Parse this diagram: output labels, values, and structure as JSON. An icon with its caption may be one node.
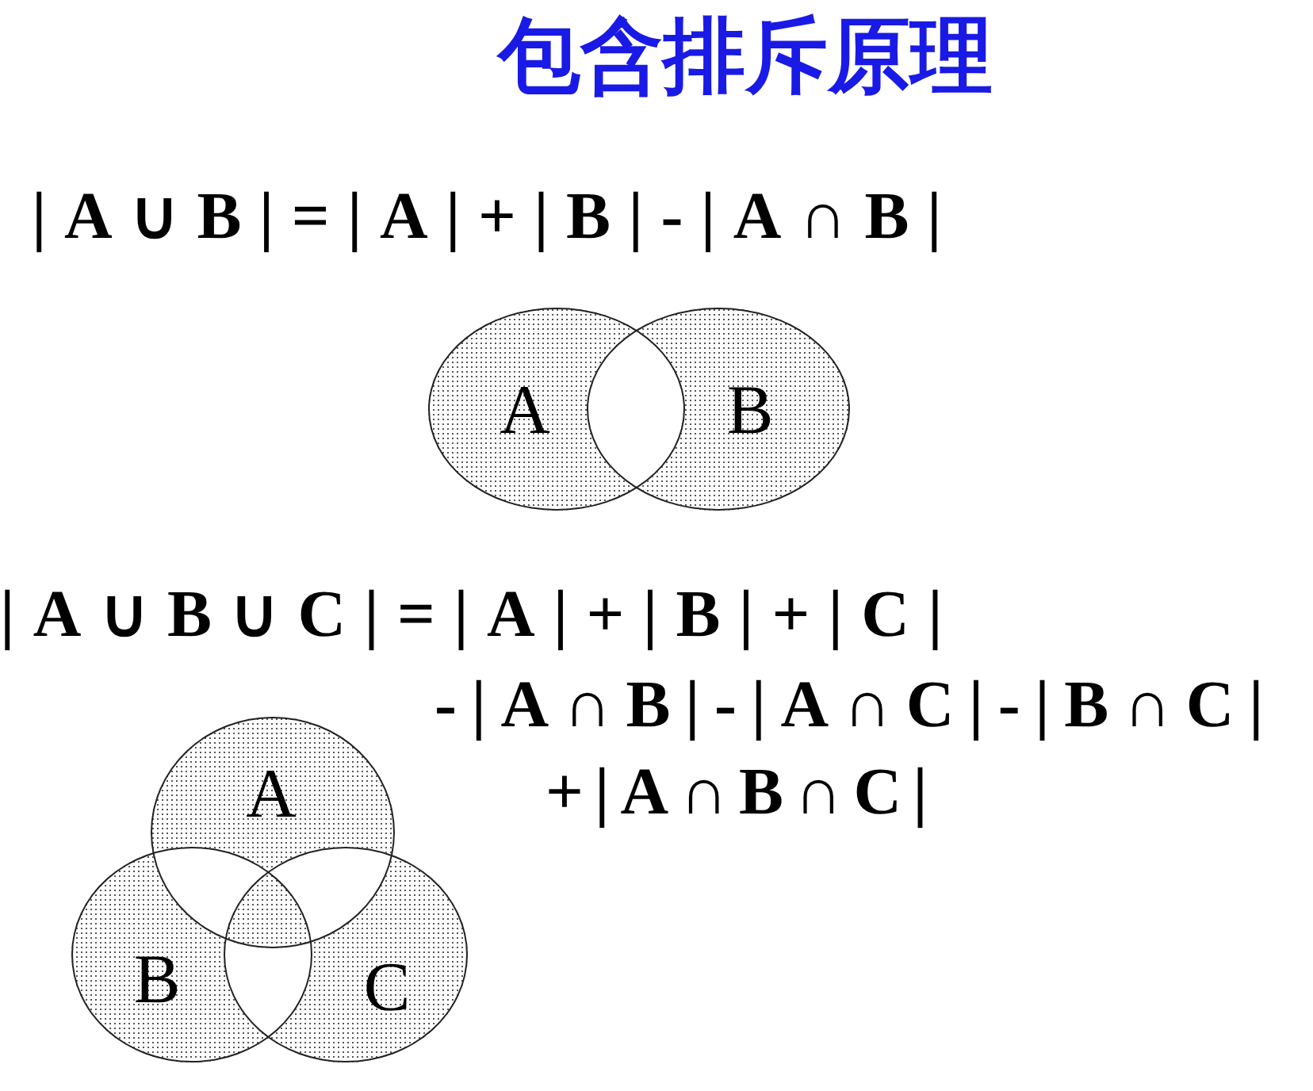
{
  "diagram": {
    "title": "包含排斥原理",
    "nodes": [
      {
        "text": [
          "A"
        ]
      },
      {
        "text": [
          "B"
        ]
      },
      {
        "text": [
          "A"
        ]
      },
      {
        "text": [
          "B"
        ]
      },
      {
        "text": [
          "C"
        ]
      }
    ],
    "labels": [
      "|A∪B|=|A|+|B|-|A∩B|",
      "|A∪B∪C|=|A|+|B|+|C|",
      "-|A∩B|-|A∩C|-|B∩C|",
      "+|A∩B∩C|"
    ]
  }
}
